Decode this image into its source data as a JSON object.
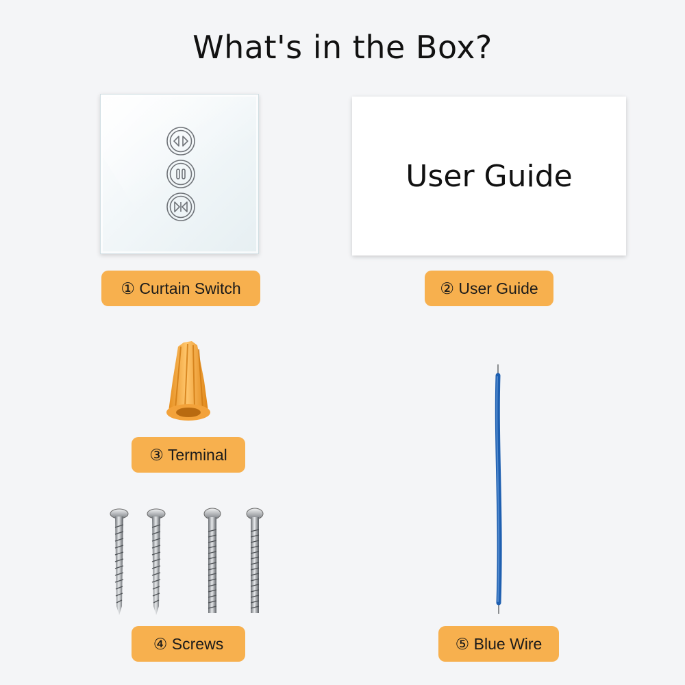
{
  "title": "What's in the Box?",
  "items": [
    {
      "label": "① Curtain Switch"
    },
    {
      "label": "② User Guide"
    },
    {
      "label": "③ Terminal"
    },
    {
      "label": "④ Screws"
    },
    {
      "label": "⑤ Blue Wire"
    }
  ],
  "guide_card": {
    "text": "User Guide"
  },
  "colors": {
    "label_bg": "#f7b04e",
    "background": "#f4f5f7",
    "terminal": "#f6a93c",
    "wire": "#1e5fb0"
  },
  "icons": [
    "open-curtain-icon",
    "pause-icon",
    "close-curtain-icon"
  ]
}
